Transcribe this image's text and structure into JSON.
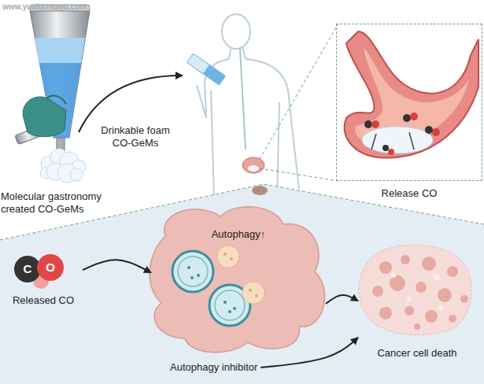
{
  "diagram": {
    "nodes": [
      {
        "text": [
          "Molecular gastronomy created CO-GeMs"
        ]
      },
      {
        "text": [
          "Release CO"
        ]
      },
      {
        "text": [
          "Released CO"
        ]
      },
      {
        "text": [
          "Autophagy↑"
        ]
      },
      {
        "text": [
          "Autophagy inhibitor"
        ]
      },
      {
        "text": [
          "Cancer cell death"
        ]
      }
    ],
    "edges": [
      {
        "from": 2,
        "to": 3,
        "arrow": "to"
      },
      {
        "from": 3,
        "to": 5,
        "arrow": "to"
      },
      {
        "from": 4,
        "to": 5,
        "arrow": "to"
      }
    ],
    "labels": [
      "www.yuaigongwu.com",
      "Drinkable foam CO-GeMs",
      "C",
      "O"
    ]
  }
}
